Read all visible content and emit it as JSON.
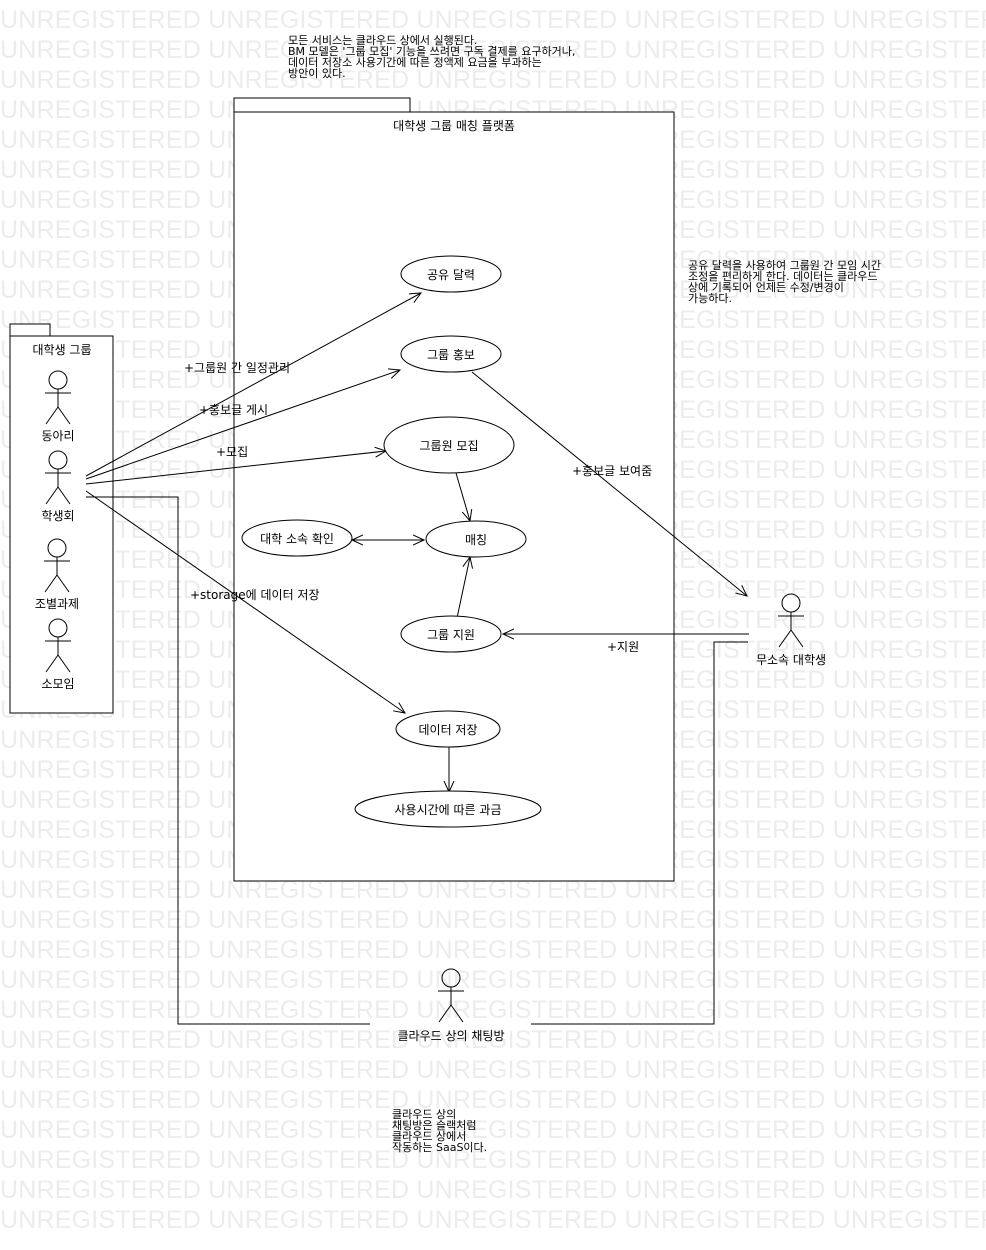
{
  "watermark": "UNREGISTERED",
  "system": {
    "title": "대학생 그룹 매칭 플랫폼"
  },
  "actor_group": {
    "title": "대학생 그룹",
    "actors": [
      "동아리",
      "학생회",
      "조별과제",
      "소모임"
    ]
  },
  "actors": {
    "unaffiliated": "무소속 대학생",
    "chatroom": "클라우드 상의 채팅방"
  },
  "use_cases": {
    "shared_calendar": "공유 달력",
    "group_promo": "그룹 홍보",
    "member_recruit": "그룹원 모집",
    "univ_check": "대학 소속 확인",
    "matching": "매칭",
    "group_apply": "그룹 지원",
    "data_store": "데이터 저장",
    "usage_billing": "사용시간에 따른 과금"
  },
  "associations": {
    "schedule": "+그룹원 간 일정관리",
    "promo_post": "+홍보글 게시",
    "recruit": "+모집",
    "storage": "+storage에 데이터 저장",
    "promo_show": "+홍보글 보여줌",
    "apply": "+지원"
  },
  "notes": {
    "top": [
      "모든 서비스는 클라우드 상에서 실행된다.",
      "BM 모델은 '그룹 모집' 기능을 쓰려면 구독 결제를 요구하거나,",
      "데이터 저장소 사용기간에 따른 정액제 요금을 부과하는",
      "방안이 있다."
    ],
    "calendar": [
      "공유 달력을 사용하여 그룹원 간 모임 시간",
      "조정을 편리하게 한다. 데이터는 클라우드",
      "상에 기록되어 언제든 수정/변경이",
      "가능하다."
    ],
    "chat": [
      "클라우드 상의",
      "채팅방은 슬랙처럼",
      "클라우드 상에서",
      "작동하는 SaaS이다."
    ]
  }
}
